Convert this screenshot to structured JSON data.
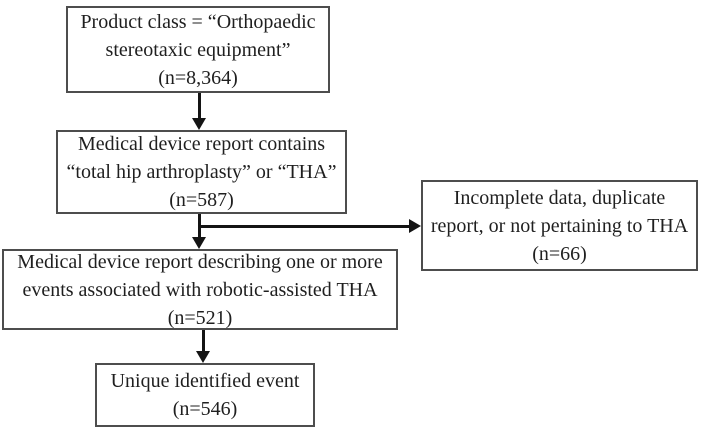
{
  "diagram": {
    "background_color": "#ffffff",
    "box_border_color": "#4d4d4d",
    "arrow_color": "#141414",
    "text_color": "#1f1f1f",
    "boxes": [
      {
        "id": "product-class",
        "lines": [
          "Product class = “Orthopaedic",
          "stereotaxic equipment”",
          "(n=8,364)"
        ]
      },
      {
        "id": "mdr-contains",
        "lines": [
          "Medical device report contains",
          "“total hip arthroplasty” or “THA”",
          "(n=587)"
        ]
      },
      {
        "id": "excluded",
        "lines": [
          "Incomplete data, duplicate",
          "report, or not pertaining to THA",
          "(n=66)"
        ]
      },
      {
        "id": "mdr-describing",
        "lines": [
          "Medical device report describing one or more",
          "events associated with robotic-assisted THA",
          "(n=521)"
        ]
      },
      {
        "id": "unique-event",
        "lines": [
          "Unique identified event",
          "(n=546)"
        ]
      }
    ]
  }
}
